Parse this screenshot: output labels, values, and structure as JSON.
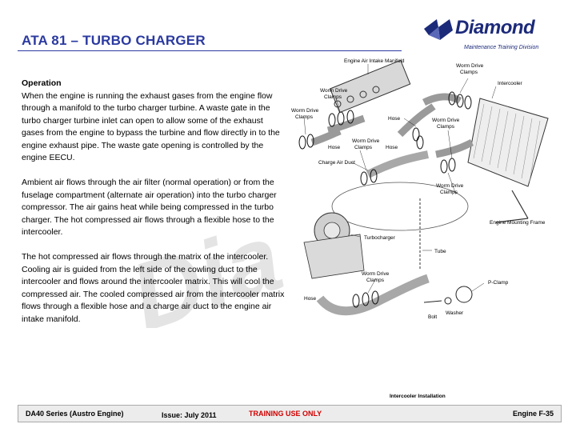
{
  "header": {
    "title": "ATA 81 – TURBO CHARGER",
    "logo_text": "Diamond",
    "logo_subtitle": "Maintenance Training Division"
  },
  "body": {
    "heading": "Operation",
    "paragraphs": [
      "When the engine is running the exhaust gases from the engine flow through a manifold to the turbo charger turbine. A waste gate in the turbo charger turbine inlet can open to allow some of the exhaust gases from the engine to bypass the turbine and flow directly in to the engine exhaust pipe. The waste gate opening is controlled by the engine EECU.",
      "Ambient air flows through the air filter (normal operation) or from the fuselage compartment (alternate air operation) into the turbo charger compressor. The air gains heat while being compressed in the turbo charger. The hot compressed air flows through a flexible hose to the intercooler.",
      "The hot compressed air flows through the matrix of the intercooler. Cooling air is guided from the left side of the cowling duct to the intercooler and flows around the intercooler matrix. This will cool the compressed air. The cooled compressed air from the intercooler matrix flows through a flexible hose and a charge air duct to the engine air intake manifold."
    ]
  },
  "watermark": "Dia",
  "diagram": {
    "labels": {
      "manifold": "Engine Air Intake Manifold",
      "worm_top_right_1": "Worm Drive",
      "worm_top_right_2": "Clamps",
      "intercooler": "Intercooler",
      "worm_upper_1": "Worm Drive",
      "worm_upper_2": "Clamps",
      "worm_left_1": "Worm Drive",
      "worm_left_2": "Clamps",
      "hose_1": "Hose",
      "worm_mid_right_1": "Worm Drive",
      "worm_mid_right_2": "Clamps",
      "hose_2": "Hose",
      "worm_center_1": "Worm Drive",
      "worm_center_2": "Clamps",
      "hose_3": "Hose",
      "charge_air_duct": "Charge Air Duct",
      "worm_lower_right_1": "Worm Drive",
      "worm_lower_right_2": "Clamps",
      "engine_mounting_frame": "Engine Mounting Frame",
      "turbocharger": "Turbocharger",
      "tube": "Tube",
      "worm_bottom_1": "Worm Drive",
      "worm_bottom_2": "Clamps",
      "hose_4": "Hose",
      "p_clamp": "P-Clamp",
      "bolt": "Bolt",
      "washer": "Washer"
    },
    "caption": "Intercooler Installation"
  },
  "footer": {
    "left": "DA40 Series (Austro Engine)",
    "issue": "Issue: July 2011",
    "middle": "TRAINING USE ONLY",
    "right": "Engine F-35"
  }
}
